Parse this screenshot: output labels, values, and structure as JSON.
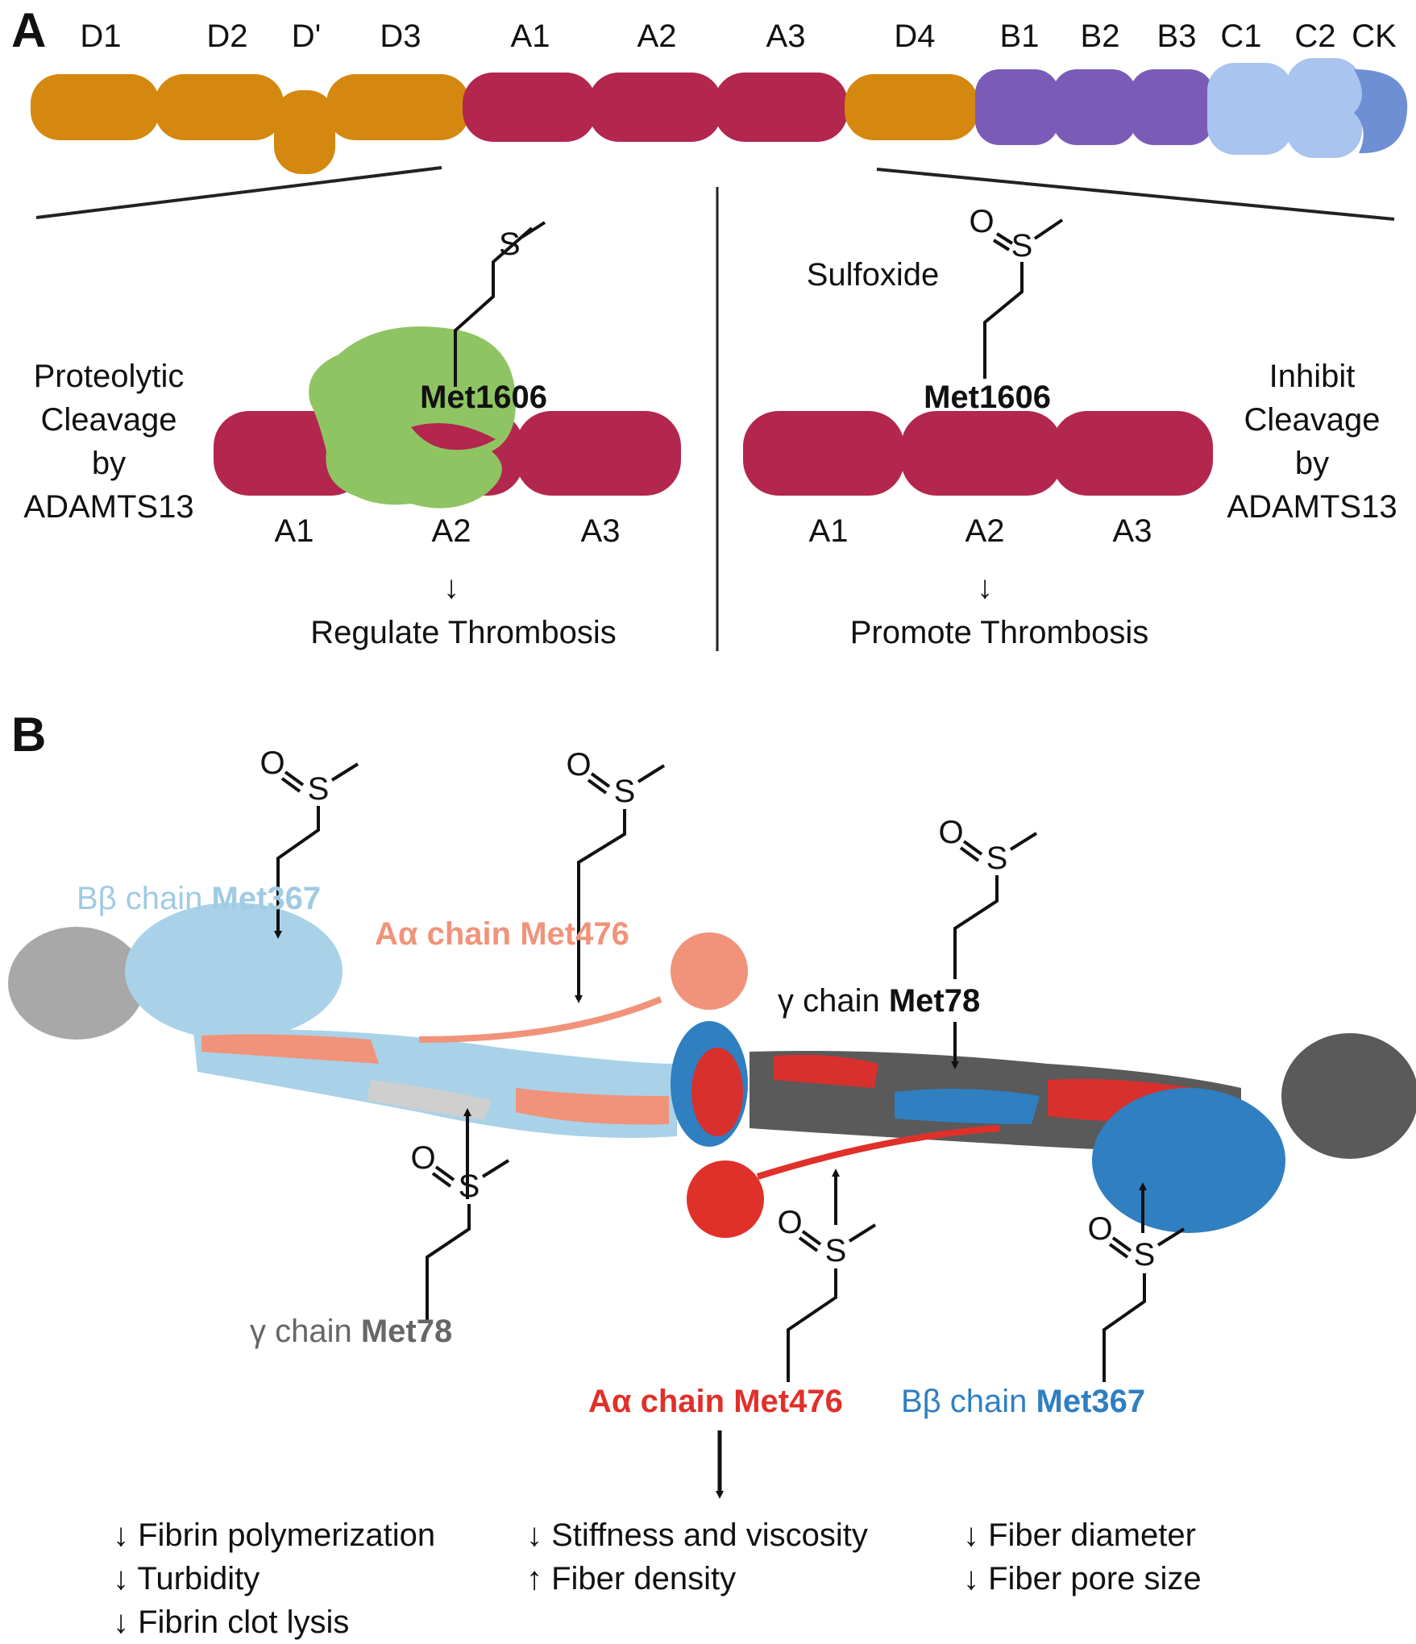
{
  "panel_a": {
    "panel_label": "A",
    "domains": [
      {
        "label": "D1",
        "color": "#d4880f"
      },
      {
        "label": "D2",
        "color": "#d4880f"
      },
      {
        "label": "D'",
        "color": "#d4880f"
      },
      {
        "label": "D3",
        "color": "#d4880f"
      },
      {
        "label": "A1",
        "color": "#b3264e"
      },
      {
        "label": "A2",
        "color": "#b3264e"
      },
      {
        "label": "A3",
        "color": "#b3264e"
      },
      {
        "label": "D4",
        "color": "#d4880f"
      },
      {
        "label": "B1",
        "color": "#7a5bb8"
      },
      {
        "label": "B2",
        "color": "#7a5bb8"
      },
      {
        "label": "B3",
        "color": "#7a5bb8"
      },
      {
        "label": "C1",
        "color": "#a9c4ef"
      },
      {
        "label": "C2",
        "color": "#a9c4ef"
      },
      {
        "label": "CK",
        "color": "#6f8fd4"
      }
    ],
    "left": {
      "side_text": [
        "Proteolytic",
        "Cleavage",
        "by",
        "ADAMTS13"
      ],
      "residue": "Met1606",
      "domain_labels": [
        "A1",
        "A2",
        "A3"
      ],
      "arrow": "↓",
      "outcome": "Regulate Thrombosis",
      "atom": "S"
    },
    "right": {
      "side_text": [
        "Inhibit",
        "Cleavage",
        "by",
        "ADAMTS13"
      ],
      "residue": "Met1606",
      "sulfoxide_label": "Sulfoxide",
      "domain_labels": [
        "A1",
        "A2",
        "A3"
      ],
      "arrow": "↓",
      "outcome": "Promote Thrombosis",
      "atom_o": "O",
      "atom_s": "S"
    },
    "colors": {
      "a_domain": "#b3264e",
      "adamts13": "#8fc463"
    }
  },
  "panel_b": {
    "panel_label": "B",
    "labels": {
      "bb_top": {
        "prefix": "Bβ chain ",
        "residue": "Met367",
        "color": "#9fcbe3"
      },
      "aa_top": {
        "prefix": "Aα chain ",
        "residue": "Met476",
        "color": "#f0937a"
      },
      "g_top": {
        "prefix": "γ chain ",
        "residue": "Met78",
        "color": "#111111"
      },
      "g_bottom": {
        "prefix": "γ chain ",
        "residue": "Met78",
        "color": "#666666"
      },
      "aa_bottom": {
        "prefix": "Aα chain ",
        "residue": "Met476",
        "color": "#e0302a"
      },
      "bb_bottom": {
        "prefix": "Bβ chain ",
        "residue": "Met367",
        "color": "#2f7fc1"
      }
    },
    "atom_o": "O",
    "atom_s": "S",
    "effects_col1": [
      "↓ Fibrin polymerization",
      "↓ Turbidity",
      "↓ Fibrin clot lysis"
    ],
    "effects_col2": [
      "↓ Stiffness and viscosity",
      "↑ Fiber density"
    ],
    "effects_col3": [
      "↓ Fiber diameter",
      "↓ Fiber pore size"
    ],
    "colors": {
      "gray_light": "#a8a8a8",
      "gray_dark": "#5a5a5a",
      "light_blue": "#a9d2e8",
      "salmon": "#f0937a",
      "red": "#d8302c",
      "blue": "#2f7fc1"
    }
  }
}
